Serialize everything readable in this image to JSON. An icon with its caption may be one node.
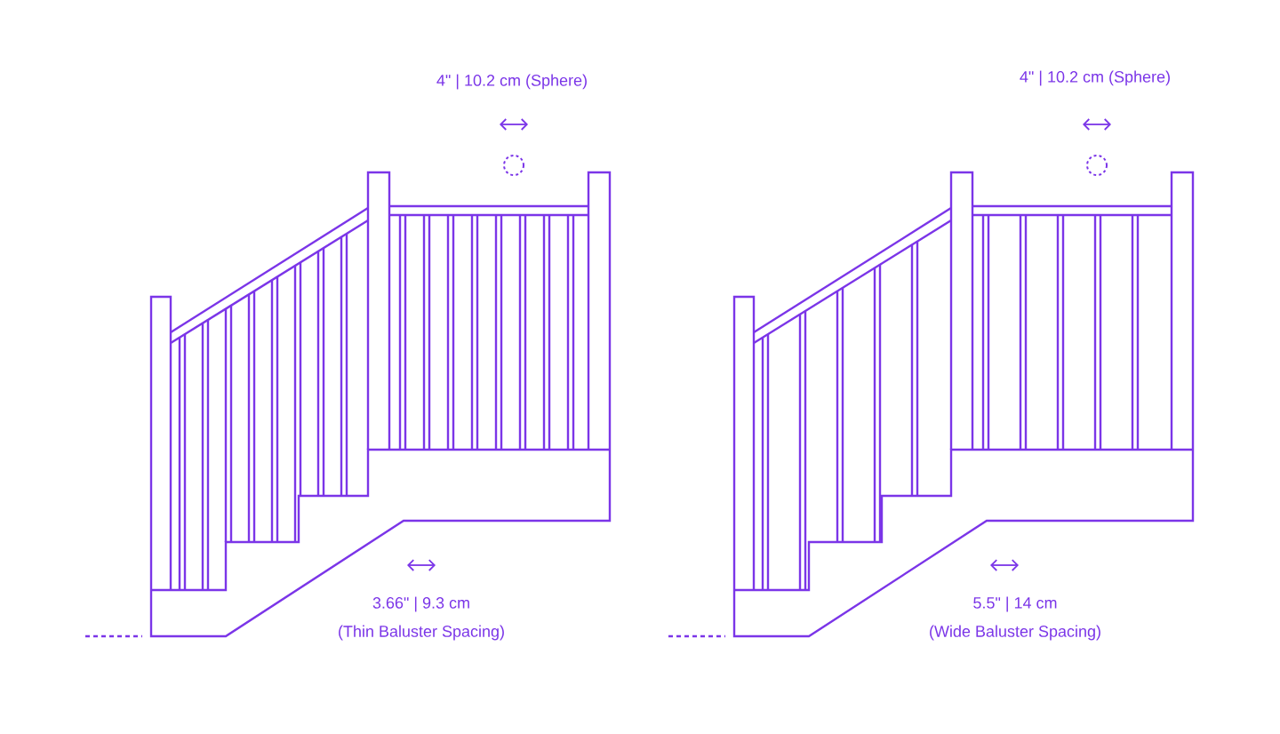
{
  "diagram": {
    "labels": [
      "4\" | 10.2 cm (Sphere)",
      "4\" | 10.2 cm (Sphere)",
      "3.66\" | 9.3 cm",
      "(Thin Baluster Spacing)",
      "5.5\" | 14 cm",
      "(Wide Baluster Spacing)"
    ]
  }
}
